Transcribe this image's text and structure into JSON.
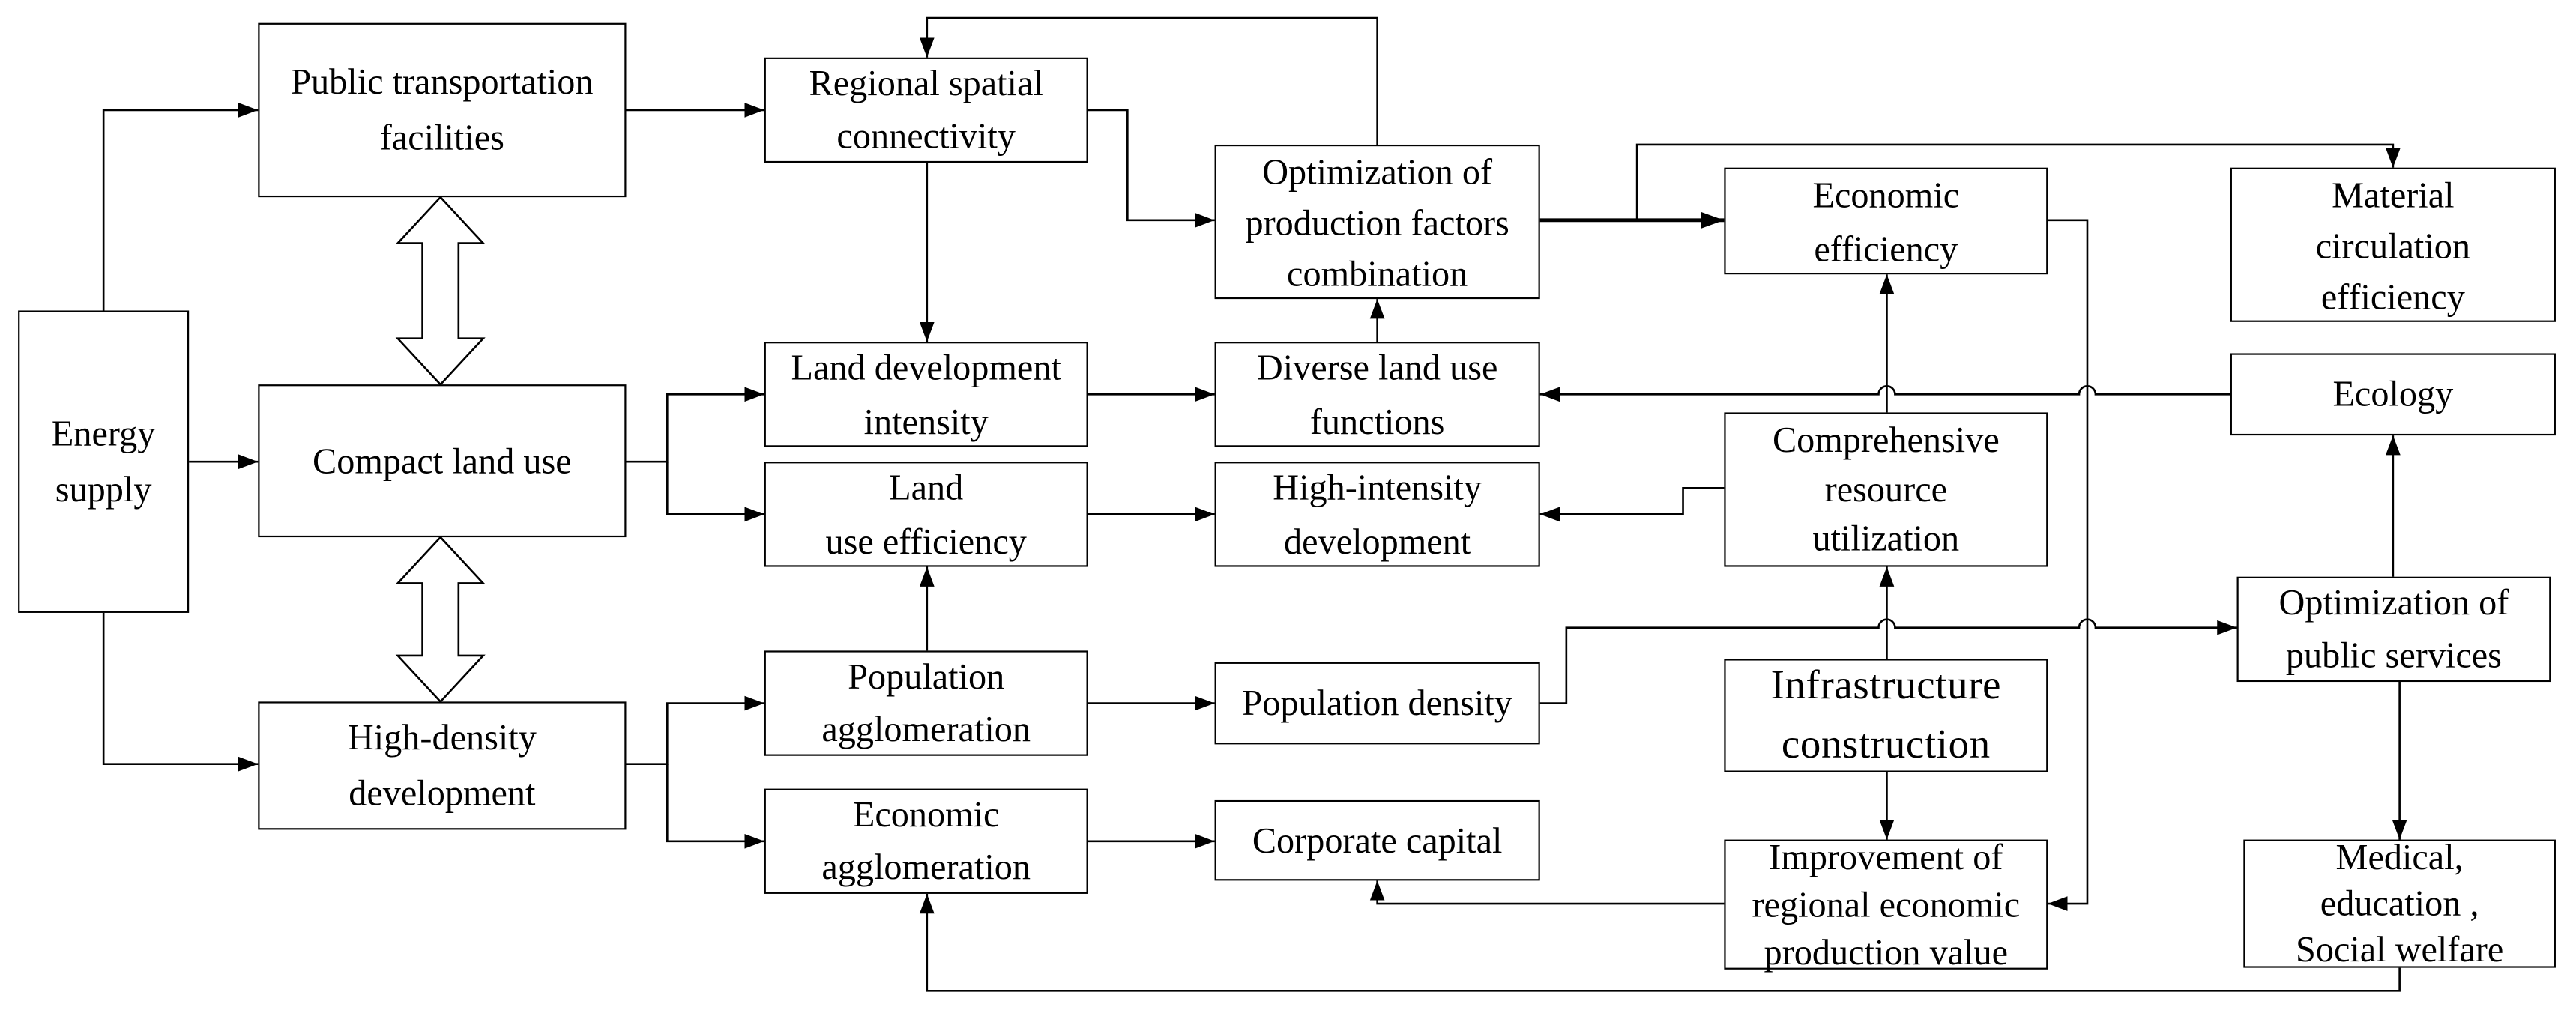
{
  "diagram": {
    "nodes": {
      "energy_supply": "Energy\nsupply",
      "public_transportation_facilities": "Public transportation\nfacilities",
      "compact_land_use": "Compact land use",
      "high_density_development": "High-density\ndevelopment",
      "regional_spatial_connectivity": "Regional spatial\nconnectivity",
      "land_development_intensity": "Land development\nintensity",
      "land_use_efficiency": "Land\nuse efficiency",
      "population_agglomeration": "Population\nagglomeration",
      "economic_agglomeration": "Economic\nagglomeration",
      "optimization_production_factors": "Optimization of\nproduction factors\ncombination",
      "diverse_land_use_functions": "Diverse land use\nfunctions",
      "high_intensity_development": "High-intensity\ndevelopment",
      "population_density": "Population density",
      "corporate_capital": "Corporate capital",
      "economic_efficiency": "Economic\nefficiency",
      "comprehensive_resource_utilization": "Comprehensive\nresource\nutilization",
      "infrastructure_construction": "Infrastructure\nconstruction",
      "improvement_regional_production_value": "Improvement of\nregional economic\nproduction value",
      "material_circulation_efficiency": "Material\ncirculation\nefficiency",
      "ecology": "Ecology",
      "optimization_public_services": "Optimization of\npublic services",
      "medical_education_social_welfare": "Medical,\neducation ,\nSocial welfare"
    }
  },
  "colors": {
    "line": "#000000",
    "box_fill": "#ffffff",
    "background": "#ffffff"
  }
}
